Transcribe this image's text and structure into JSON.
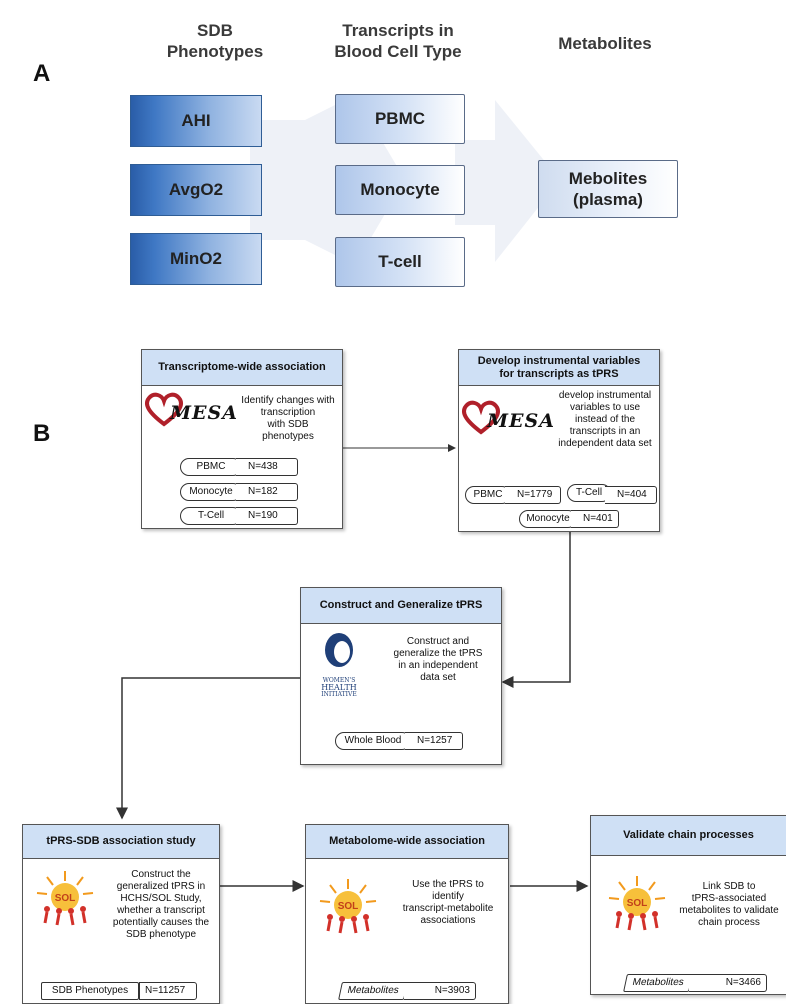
{
  "panel_a": {
    "letter": "A",
    "headers": {
      "sdb": [
        "SDB",
        "Phenotypes"
      ],
      "transcripts": [
        "Transcripts in",
        "Blood Cell Type"
      ],
      "metabolites": "Metabolites"
    },
    "phenotypes": [
      "AHI",
      "AvgO2",
      "MinO2"
    ],
    "cell_types": [
      "PBMC",
      "Monocyte",
      "T-cell"
    ],
    "metabolites_box": [
      "Mebolites",
      "(plasma)"
    ]
  },
  "panel_b": {
    "letter": "B",
    "twas": {
      "title": "Transcriptome-wide association",
      "logo": "MESA",
      "description": [
        "Identify changes with",
        "transcription",
        "with SDB",
        "phenotypes"
      ],
      "rows": [
        {
          "label": "PBMC",
          "n": "N=438"
        },
        {
          "label": "Monocyte",
          "n": "N=182"
        },
        {
          "label": "T-Cell",
          "n": "N=190"
        }
      ]
    },
    "iv": {
      "title": [
        "Develop instrumental variables",
        "for transcripts as tPRS"
      ],
      "logo": "MESA",
      "description": [
        "develop instrumental",
        "variables to use",
        "instead of the",
        "transcripts in an",
        "independent data set"
      ],
      "rows": [
        {
          "label": "PBMC",
          "n": "N=1779"
        },
        {
          "label": "T-Cell",
          "n": "N=404"
        },
        {
          "label": "Monocyte",
          "n": "N=401"
        }
      ]
    },
    "construct": {
      "title": "Construct and Generalize tPRS",
      "logo_text": [
        "WOMEN'S",
        "HEALTH",
        "INITIATIVE"
      ],
      "description": [
        "Construct and",
        "generalize the tPRS",
        "in an independent",
        "data set"
      ],
      "row": {
        "label": "Whole Blood",
        "n": "N=1257"
      }
    },
    "sdb_study": {
      "title": "tPRS-SDB association study",
      "logo": "SOL",
      "description": [
        "Construct the",
        "generalized tPRS in",
        "HCHS/SOL Study,",
        "whether a transcript",
        "potentially causes the",
        "SDB phenotype"
      ],
      "row": {
        "label": "SDB Phenotypes",
        "n": "N=11257"
      }
    },
    "mwas": {
      "title": "Metabolome-wide association",
      "logo": "SOL",
      "description": [
        "Use the tPRS to",
        "identify",
        "transcript-metabolite",
        "associations"
      ],
      "row": {
        "label": "Metabolites",
        "n": "N=3903"
      }
    },
    "validate": {
      "title": "Validate chain processes",
      "logo": "SOL",
      "description": [
        "Link SDB to",
        "tPRS-associated",
        "metabolites to validate",
        "chain process"
      ],
      "row": {
        "label": "Metabolites",
        "n": "N=3466"
      }
    }
  },
  "colors": {
    "header_fill": "#cfe0f5",
    "phenotype_blue": "#2a5da8",
    "mesa_red": "#b0202a",
    "sol_orange": "#f29a1d"
  }
}
